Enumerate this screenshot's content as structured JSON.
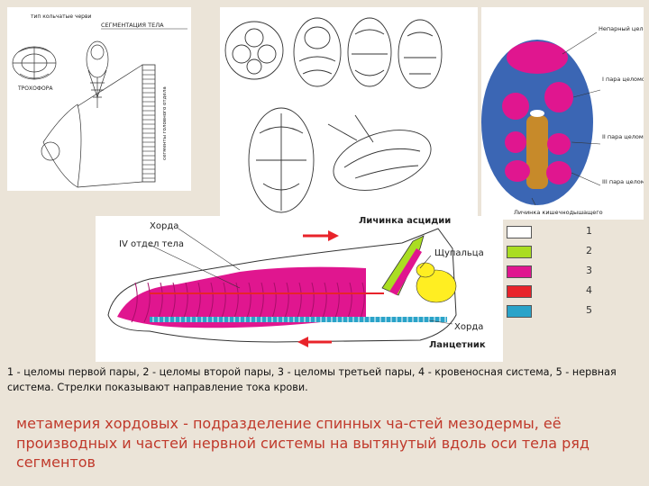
{
  "panels": {
    "segmentation": {
      "label_worm": "тип кольчатые черви",
      "title": "СЕГМЕНТАЦИЯ ТЕЛА",
      "label_trochophore": "ТРОХОФОРА",
      "label_chordate_axis": "сегменты головного отдела"
    },
    "coelom": {
      "label_unpaired": "Непарный целом",
      "label_pair1": "I пара целомов",
      "label_pair2": "II пара целомов",
      "label_pair3": "III пара целомов",
      "label_larva": "Личинка кишечнодышащего"
    },
    "lancelet": {
      "label_chord_top": "Хорда",
      "label_ascidian": "Личинка асцидии",
      "label_body_part": "IV отдел тела",
      "label_tentacles": "Щупальца",
      "label_chord_bottom": "Хорда",
      "label_lancelet": "Ланцетник"
    }
  },
  "legend": [
    {
      "num": "1",
      "color": "#ffffff"
    },
    {
      "num": "2",
      "color": "#aadd22"
    },
    {
      "num": "3",
      "color": "#e0168f"
    },
    {
      "num": "4",
      "color": "#e8232a"
    },
    {
      "num": "5",
      "color": "#2aa3c9"
    }
  ],
  "caption": "1 - целомы первой пары, 2 - целомы второй пары, 3 - целомы третьей пары, 4 - кровеносная система, 5 - нервная система. Стрелки показывают направление тока крови.",
  "definition": "метамерия хордовых - подразделение спинных ча-стей мезодермы, её производных и частей нервной системы на вытянутый вдоль оси тела ряд сегментов"
}
